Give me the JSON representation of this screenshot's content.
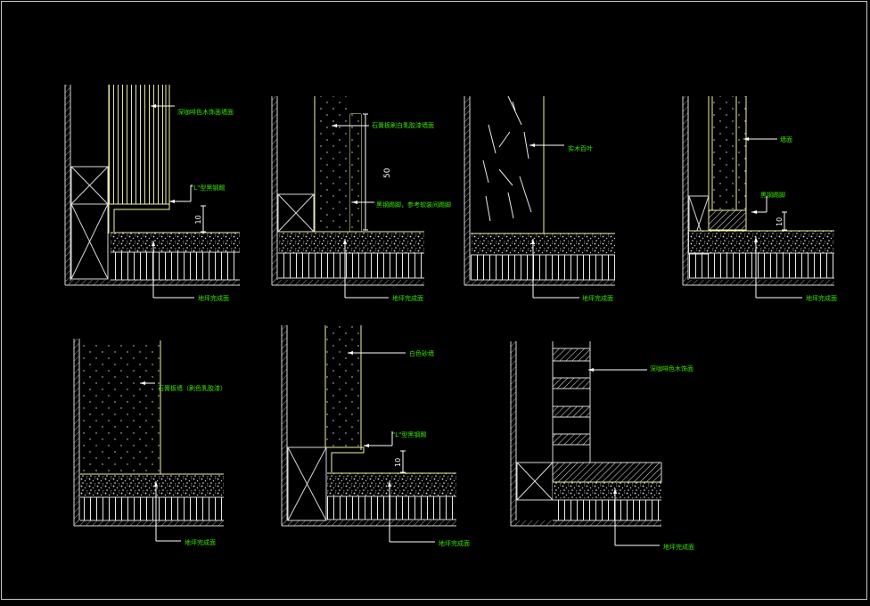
{
  "colors": {
    "background": "#000000",
    "wall_line": "#d8d8d8",
    "wall_hatch": "#9a9a9a",
    "detail_line": "#f3f3a6",
    "leader_line": "#ffffff",
    "label_text": "#39e600",
    "dimension_text": "#ffffff"
  },
  "details": [
    {
      "id": "detail-1",
      "labels": [
        "深咖啡色木饰面墙面",
        "\"L\"型黑钢踢",
        "地坪完成面"
      ],
      "dimension": "10"
    },
    {
      "id": "detail-2",
      "labels": [
        "石膏板刷白乳胶漆墙面",
        "黑钢踢脚，参考软装间踢脚",
        "地坪完成面"
      ],
      "dimension": "50"
    },
    {
      "id": "detail-3",
      "labels": [
        "实木百叶",
        "地坪完成面"
      ],
      "dimension": ""
    },
    {
      "id": "detail-4",
      "labels": [
        "墙面",
        "黑钢踢脚",
        "地坪完成面"
      ],
      "dimension": "10"
    },
    {
      "id": "detail-5",
      "labels": [
        "石膏板墙（刷色乳胶漆）",
        "地坪完成面"
      ],
      "dimension": ""
    },
    {
      "id": "detail-6",
      "labels": [
        "白色砂墙",
        "\"L\"型黑钢踢",
        "地坪完成面"
      ],
      "dimension": "10"
    },
    {
      "id": "detail-7",
      "labels": [
        "深咖啡色木饰面",
        "地坪完成面"
      ],
      "dimension": ""
    }
  ]
}
